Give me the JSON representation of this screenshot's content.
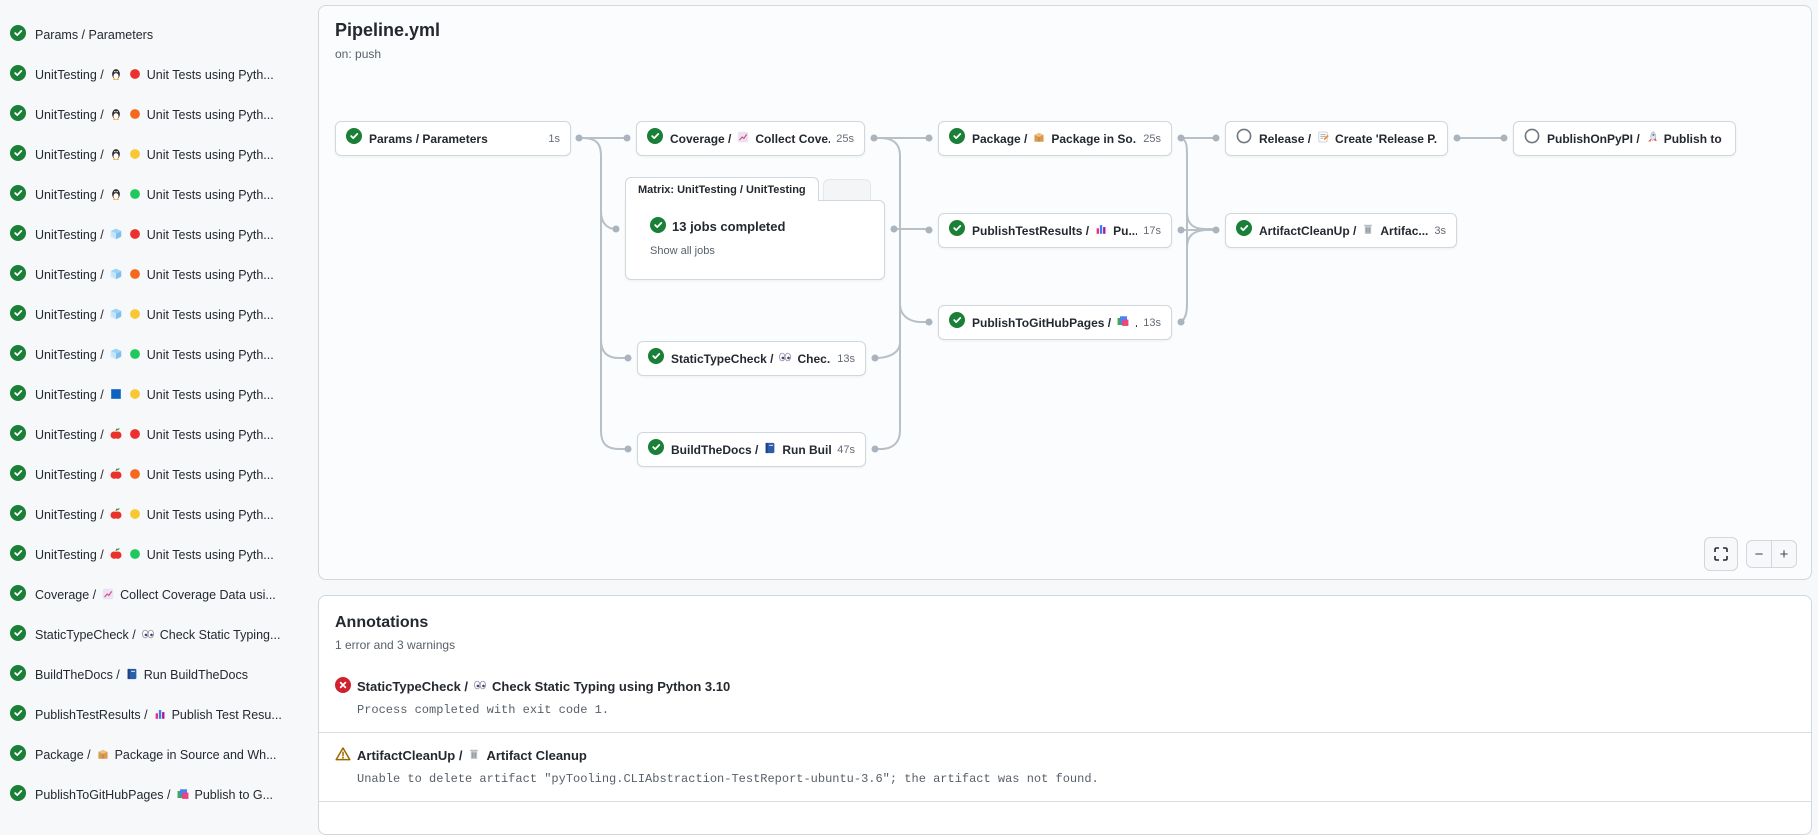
{
  "colors": {
    "page_bg": "#f6f8fa",
    "card_border": "#d0d7de",
    "success_green": "#1a7f37",
    "error_red": "#cf222e",
    "warning_yellow": "#9a6700",
    "edge_gray": "#b7bfc7",
    "text_secondary": "#57606a"
  },
  "sidebar": {
    "items": [
      {
        "status": "success",
        "parts": [
          {
            "t": "Params / Parameters"
          }
        ]
      },
      {
        "status": "success",
        "parts": [
          {
            "t": "UnitTesting /"
          },
          {
            "i": "linux"
          },
          {
            "i": "py-red"
          },
          {
            "t": "Unit Tests using Pyth..."
          }
        ]
      },
      {
        "status": "success",
        "parts": [
          {
            "t": "UnitTesting /"
          },
          {
            "i": "linux"
          },
          {
            "i": "py-orange"
          },
          {
            "t": "Unit Tests using Pyth..."
          }
        ]
      },
      {
        "status": "success",
        "parts": [
          {
            "t": "UnitTesting /"
          },
          {
            "i": "linux"
          },
          {
            "i": "py-yellow"
          },
          {
            "t": "Unit Tests using Pyth..."
          }
        ]
      },
      {
        "status": "success",
        "parts": [
          {
            "t": "UnitTesting /"
          },
          {
            "i": "linux"
          },
          {
            "i": "py-green"
          },
          {
            "t": "Unit Tests using Pyth..."
          }
        ]
      },
      {
        "status": "success",
        "parts": [
          {
            "t": "UnitTesting /"
          },
          {
            "i": "cube"
          },
          {
            "i": "py-red"
          },
          {
            "t": "Unit Tests using Pyth..."
          }
        ]
      },
      {
        "status": "success",
        "parts": [
          {
            "t": "UnitTesting /"
          },
          {
            "i": "cube"
          },
          {
            "i": "py-orange"
          },
          {
            "t": "Unit Tests using Pyth..."
          }
        ]
      },
      {
        "status": "success",
        "parts": [
          {
            "t": "UnitTesting /"
          },
          {
            "i": "cube"
          },
          {
            "i": "py-yellow"
          },
          {
            "t": "Unit Tests using Pyth..."
          }
        ]
      },
      {
        "status": "success",
        "parts": [
          {
            "t": "UnitTesting /"
          },
          {
            "i": "cube"
          },
          {
            "i": "py-green"
          },
          {
            "t": "Unit Tests using Pyth..."
          }
        ]
      },
      {
        "status": "success",
        "parts": [
          {
            "t": "UnitTesting /"
          },
          {
            "i": "windows"
          },
          {
            "i": "py-yellow"
          },
          {
            "t": "Unit Tests using Pyth..."
          }
        ]
      },
      {
        "status": "success",
        "parts": [
          {
            "t": "UnitTesting /"
          },
          {
            "i": "apple"
          },
          {
            "i": "py-red"
          },
          {
            "t": "Unit Tests using Pyth..."
          }
        ]
      },
      {
        "status": "success",
        "parts": [
          {
            "t": "UnitTesting /"
          },
          {
            "i": "apple"
          },
          {
            "i": "py-orange"
          },
          {
            "t": "Unit Tests using Pyth..."
          }
        ]
      },
      {
        "status": "success",
        "parts": [
          {
            "t": "UnitTesting /"
          },
          {
            "i": "apple"
          },
          {
            "i": "py-yellow"
          },
          {
            "t": "Unit Tests using Pyth..."
          }
        ]
      },
      {
        "status": "success",
        "parts": [
          {
            "t": "UnitTesting /"
          },
          {
            "i": "apple"
          },
          {
            "i": "py-green"
          },
          {
            "t": "Unit Tests using Pyth..."
          }
        ]
      },
      {
        "status": "success",
        "parts": [
          {
            "t": "Coverage /"
          },
          {
            "i": "chart"
          },
          {
            "t": "Collect Coverage Data usi..."
          }
        ]
      },
      {
        "status": "success",
        "parts": [
          {
            "t": "StaticTypeCheck /"
          },
          {
            "i": "eyes"
          },
          {
            "t": "Check Static Typing..."
          }
        ]
      },
      {
        "status": "success",
        "parts": [
          {
            "t": "BuildTheDocs /"
          },
          {
            "i": "book"
          },
          {
            "t": "Run BuildTheDocs"
          }
        ]
      },
      {
        "status": "success",
        "parts": [
          {
            "t": "PublishTestResults /"
          },
          {
            "i": "barchart"
          },
          {
            "t": "Publish Test Resu..."
          }
        ]
      },
      {
        "status": "success",
        "parts": [
          {
            "t": "Package /"
          },
          {
            "i": "package"
          },
          {
            "t": "Package in Source and Wh..."
          }
        ]
      },
      {
        "status": "success",
        "parts": [
          {
            "t": "PublishToGitHubPages /"
          },
          {
            "i": "frames"
          },
          {
            "t": "Publish to G..."
          }
        ]
      }
    ]
  },
  "pipeline": {
    "title": "Pipeline.yml",
    "trigger": "on: push",
    "nodes": [
      {
        "id": "params",
        "status": "success",
        "parts": [
          {
            "t": "Params / Parameters"
          }
        ],
        "duration": "1s"
      },
      {
        "id": "coverage",
        "status": "success",
        "parts": [
          {
            "t": "Coverage /"
          },
          {
            "i": "chart"
          },
          {
            "t": "Collect Cove..."
          }
        ],
        "duration": "25s"
      },
      {
        "id": "package",
        "status": "success",
        "parts": [
          {
            "t": "Package /"
          },
          {
            "i": "package"
          },
          {
            "t": "Package in So..."
          }
        ],
        "duration": "25s"
      },
      {
        "id": "release",
        "status": "skipped",
        "parts": [
          {
            "t": "Release /"
          },
          {
            "i": "memo"
          },
          {
            "t": "Create 'Release P..."
          }
        ],
        "duration": ""
      },
      {
        "id": "pypi",
        "status": "skipped",
        "parts": [
          {
            "t": "PublishOnPyPI /"
          },
          {
            "i": "rocket"
          },
          {
            "t": "Publish to ..."
          }
        ],
        "duration": ""
      },
      {
        "id": "testresults",
        "status": "success",
        "parts": [
          {
            "t": "PublishTestResults /"
          },
          {
            "i": "barchart"
          },
          {
            "t": "Pu..."
          }
        ],
        "duration": "17s"
      },
      {
        "id": "cleanup",
        "status": "success",
        "parts": [
          {
            "t": "ArtifactCleanUp /"
          },
          {
            "i": "trash"
          },
          {
            "t": "Artifac..."
          }
        ],
        "duration": "3s"
      },
      {
        "id": "ghpages",
        "status": "success",
        "parts": [
          {
            "t": "PublishToGitHubPages /"
          },
          {
            "i": "frames"
          },
          {
            "t": "..."
          }
        ],
        "duration": "13s"
      },
      {
        "id": "statictype",
        "status": "success",
        "parts": [
          {
            "t": "StaticTypeCheck /"
          },
          {
            "i": "eyes"
          },
          {
            "t": "Chec..."
          }
        ],
        "duration": "13s"
      },
      {
        "id": "buildthedocs",
        "status": "success",
        "parts": [
          {
            "t": "BuildTheDocs /"
          },
          {
            "i": "book"
          },
          {
            "t": "Run Buil..."
          }
        ],
        "duration": "47s"
      }
    ],
    "matrix": {
      "header": "Matrix: UnitTesting / UnitTesting",
      "summary": "13 jobs completed",
      "link": "Show all jobs"
    },
    "controls": {
      "fullscreen_icon": "fullscreen",
      "zoom_out_label": "−",
      "zoom_in_label": "+"
    }
  },
  "annotations": {
    "title": "Annotations",
    "summary": "1 error and 3 warnings",
    "items": [
      {
        "severity": "error",
        "parts": [
          {
            "t": "StaticTypeCheck /"
          },
          {
            "i": "eyes"
          },
          {
            "t": "Check Static Typing using Python 3.10"
          }
        ],
        "message": "Process completed with exit code 1."
      },
      {
        "severity": "warning",
        "parts": [
          {
            "t": "ArtifactCleanUp /"
          },
          {
            "i": "trash"
          },
          {
            "t": "Artifact Cleanup"
          }
        ],
        "message": "Unable to delete artifact \"pyTooling.CLIAbstraction-TestReport-ubuntu-3.6\"; the artifact was not found."
      }
    ]
  }
}
